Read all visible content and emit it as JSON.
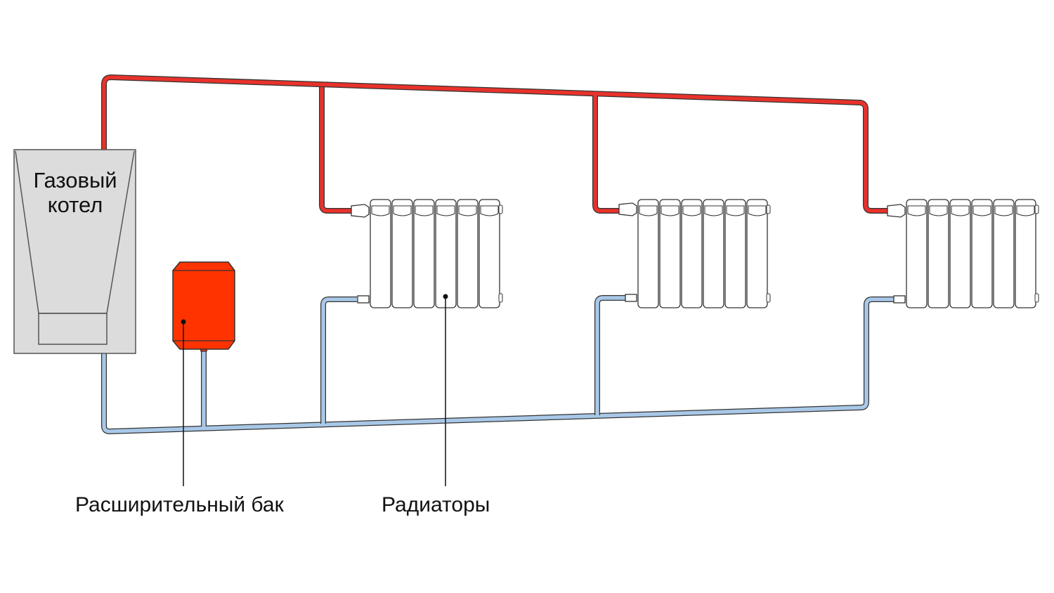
{
  "boiler": {
    "label_line1": "Газовый",
    "label_line2": "котел"
  },
  "labels": {
    "expansion_tank": "Расширительный бак",
    "radiators": "Радиаторы"
  },
  "radiator_count": 3,
  "sections_per_radiator": 6,
  "colors": {
    "supply_pipe": "#e8322b",
    "return_pipe": "#a9c8e8",
    "tank": "#ff3300",
    "boiler": "#dcdcdc",
    "outline": "#333333"
  }
}
